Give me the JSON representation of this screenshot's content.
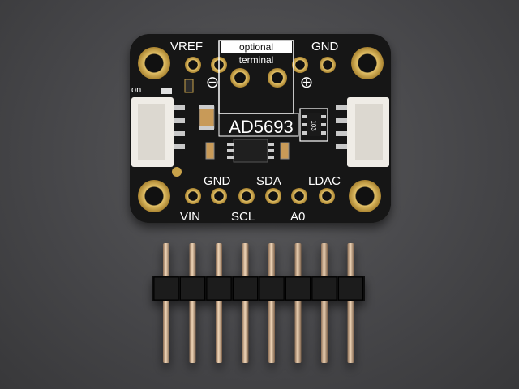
{
  "board": {
    "part_number": "AD5693",
    "optional_label": "optional",
    "terminal_label": "terminal",
    "minus_symbol": "⊖",
    "plus_symbol": "⊕",
    "on_label": "on",
    "resistor_code": "103",
    "top_pins": [
      "VREF",
      "GND"
    ],
    "bottom_pins_top_row": [
      "GND",
      "SDA",
      "LDAC"
    ],
    "bottom_pins_bottom_row": [
      "VIN",
      "SCL",
      "A0"
    ]
  },
  "colors": {
    "pcb": "#141414",
    "gold": "#c8a24a",
    "silkscreen": "#ffffff",
    "background": "#4a4a4c",
    "connector": "#efece6",
    "header_plastic": "#0e0e0e",
    "header_pin": "#cfae8c"
  },
  "header": {
    "pin_count": 8
  }
}
